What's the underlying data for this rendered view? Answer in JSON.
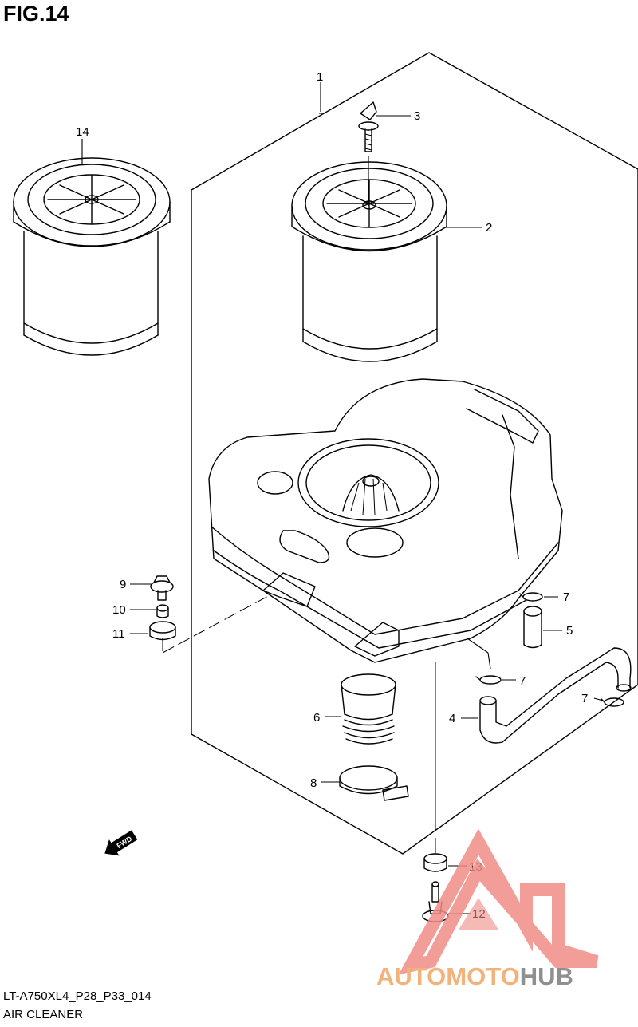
{
  "figure": {
    "title": "FIG.14"
  },
  "callouts": [
    {
      "id": "part-1",
      "label": "1"
    },
    {
      "id": "part-2",
      "label": "2"
    },
    {
      "id": "part-3",
      "label": "3"
    },
    {
      "id": "part-4",
      "label": "4"
    },
    {
      "id": "part-5",
      "label": "5"
    },
    {
      "id": "part-6",
      "label": "6"
    },
    {
      "id": "part-7a",
      "label": "7"
    },
    {
      "id": "part-7b",
      "label": "7"
    },
    {
      "id": "part-7c",
      "label": "7"
    },
    {
      "id": "part-8",
      "label": "8"
    },
    {
      "id": "part-9",
      "label": "9"
    },
    {
      "id": "part-10",
      "label": "10"
    },
    {
      "id": "part-11",
      "label": "11"
    },
    {
      "id": "part-12",
      "label": "12"
    },
    {
      "id": "part-13",
      "label": "13"
    },
    {
      "id": "part-14",
      "label": "14"
    }
  ],
  "fwd_label": "FWD",
  "footer": {
    "code": "LT-A750XL4_P28_P33_014",
    "name": "AIR CLEANER"
  },
  "watermark": {
    "part1": "AUTOMOTO",
    "part2": "HUB",
    "color1": "#f3b27a",
    "color2": "#8f8f8f",
    "mark_color": "#f08c86"
  }
}
